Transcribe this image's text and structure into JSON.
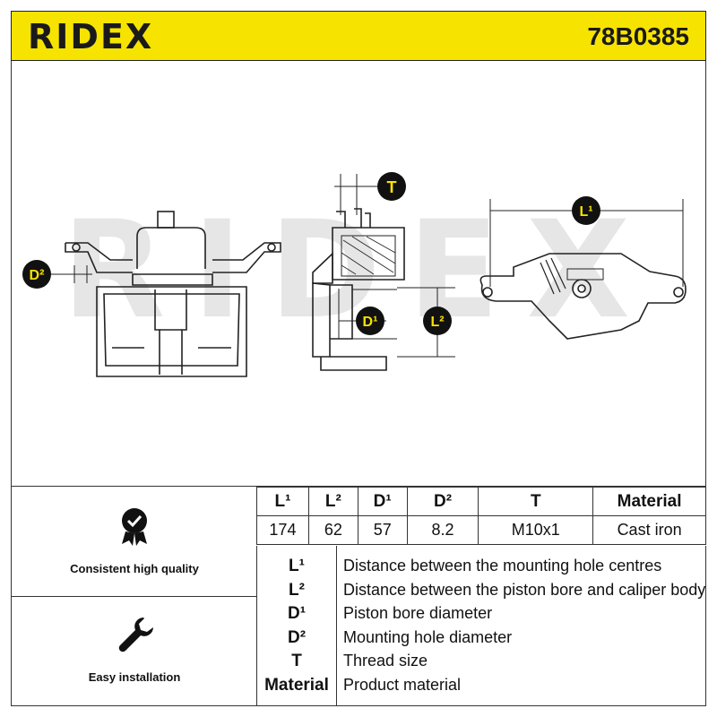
{
  "header": {
    "brand": "RIDEX",
    "part_number": "78B0385"
  },
  "watermark": "RIDEX",
  "dimension_labels": {
    "d2": "D²",
    "t": "T",
    "d1": "D¹",
    "l2": "L²",
    "l1": "L¹"
  },
  "features": [
    {
      "label": "Consistent high quality",
      "icon": "quality-badge-icon"
    },
    {
      "label": "Easy installation",
      "icon": "wrench-icon"
    }
  ],
  "spec_table": {
    "headers": [
      "L¹",
      "L²",
      "D¹",
      "D²",
      "T",
      "Material"
    ],
    "values": [
      "174",
      "62",
      "57",
      "8.2",
      "M10x1",
      "Cast iron"
    ]
  },
  "legend": [
    {
      "key": "L¹",
      "desc": "Distance between the mounting hole centres"
    },
    {
      "key": "L²",
      "desc": "Distance between the piston bore and caliper body"
    },
    {
      "key": "D¹",
      "desc": "Piston bore diameter"
    },
    {
      "key": "D²",
      "desc": "Mounting hole diameter"
    },
    {
      "key": "T",
      "desc": "Thread size"
    },
    {
      "key": "Material",
      "desc": "Product material"
    }
  ],
  "colors": {
    "accent": "#f7e300",
    "marker": "#111111",
    "watermark": "#e6e6e6"
  }
}
